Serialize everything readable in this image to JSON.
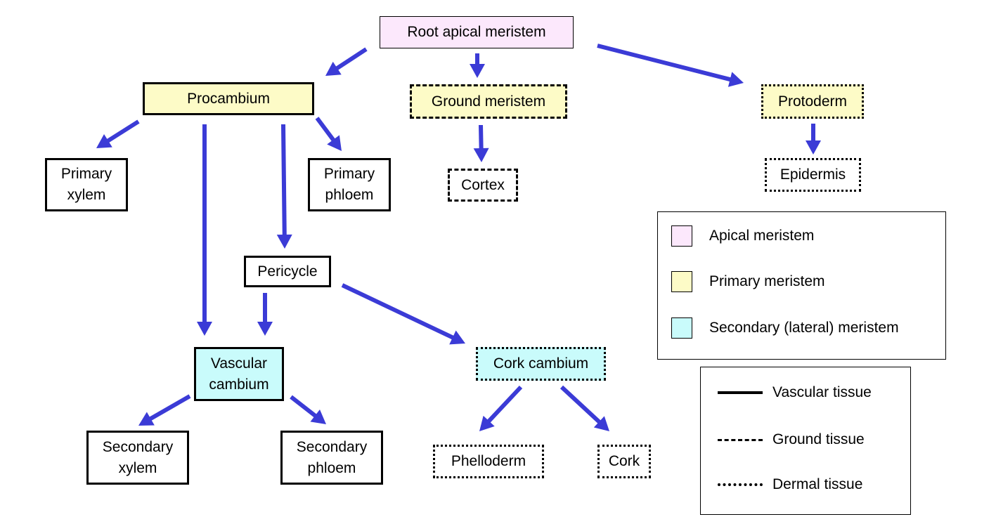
{
  "nodes": {
    "root_apical_meristem": "Root apical meristem",
    "procambium": "Procambium",
    "ground_meristem": "Ground meristem",
    "protoderm": "Protoderm",
    "primary_xylem": "Primary\nxylem",
    "primary_phloem": "Primary\nphloem",
    "cortex": "Cortex",
    "epidermis": "Epidermis",
    "pericycle": "Pericycle",
    "vascular_cambium": "Vascular\ncambium",
    "cork_cambium": "Cork cambium",
    "secondary_xylem": "Secondary\nxylem",
    "secondary_phloem": "Secondary\nphloem",
    "phelloderm": "Phelloderm",
    "cork": "Cork"
  },
  "legend_colors": {
    "items": [
      {
        "label": "Apical meristem",
        "color": "#fce8fc"
      },
      {
        "label": "Primary meristem",
        "color": "#fdfbc7"
      },
      {
        "label": "Secondary (lateral) meristem",
        "color": "#c9fbfb"
      }
    ]
  },
  "legend_lines": {
    "items": [
      {
        "label": "Vascular tissue",
        "style": "solid"
      },
      {
        "label": "Ground tissue",
        "style": "dashed"
      },
      {
        "label": "Dermal tissue",
        "style": "dotted"
      }
    ]
  },
  "colors": {
    "arrow": "#3b3bd6",
    "apical": "#fce8fc",
    "primary": "#fdfbc7",
    "secondary": "#c9fbfb"
  }
}
